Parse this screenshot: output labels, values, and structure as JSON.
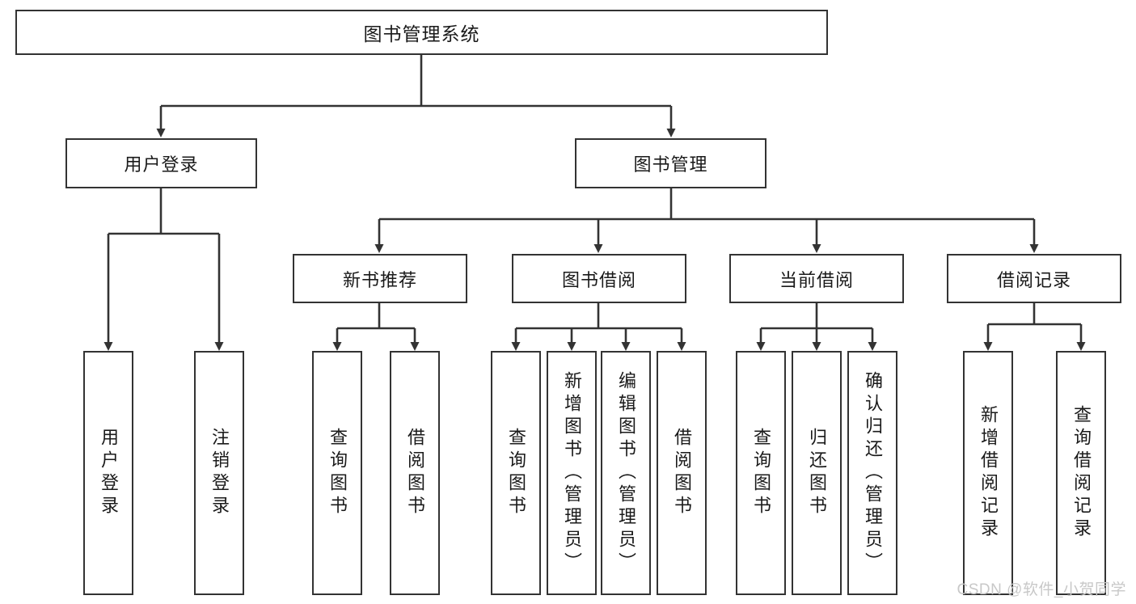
{
  "diagram": {
    "title": "图书管理系统",
    "type": "tree-hierarchy-diagram",
    "colors": {
      "box_border": "#333333",
      "box_fill": "#ffffff",
      "connector": "#333333",
      "text": "#1a1a1a",
      "watermark": "#c8c8c8"
    },
    "root": {
      "label": "图书管理系统"
    },
    "level2": [
      {
        "label": "用户登录"
      },
      {
        "label": "图书管理"
      }
    ],
    "level3": [
      {
        "label": "新书推荐"
      },
      {
        "label": "图书借阅"
      },
      {
        "label": "当前借阅"
      },
      {
        "label": "借阅记录"
      }
    ],
    "leaves": {
      "user_login": [
        {
          "label": "用户登录"
        },
        {
          "label": "注销登录"
        }
      ],
      "new_book_recommend": [
        {
          "label": "查询图书"
        },
        {
          "label": "借阅图书"
        }
      ],
      "book_borrow": [
        {
          "label": "查询图书"
        },
        {
          "label": "新增图书（管理员）"
        },
        {
          "label": "编辑图书（管理员）"
        },
        {
          "label": "借阅图书"
        }
      ],
      "current_borrow": [
        {
          "label": "查询图书"
        },
        {
          "label": "归还图书"
        },
        {
          "label": "确认归还（管理员）"
        }
      ],
      "borrow_record": [
        {
          "label": "新增借阅记录"
        },
        {
          "label": "查询借阅记录"
        }
      ]
    }
  },
  "watermark": {
    "text": "CSDN @软件_小贺同学"
  }
}
